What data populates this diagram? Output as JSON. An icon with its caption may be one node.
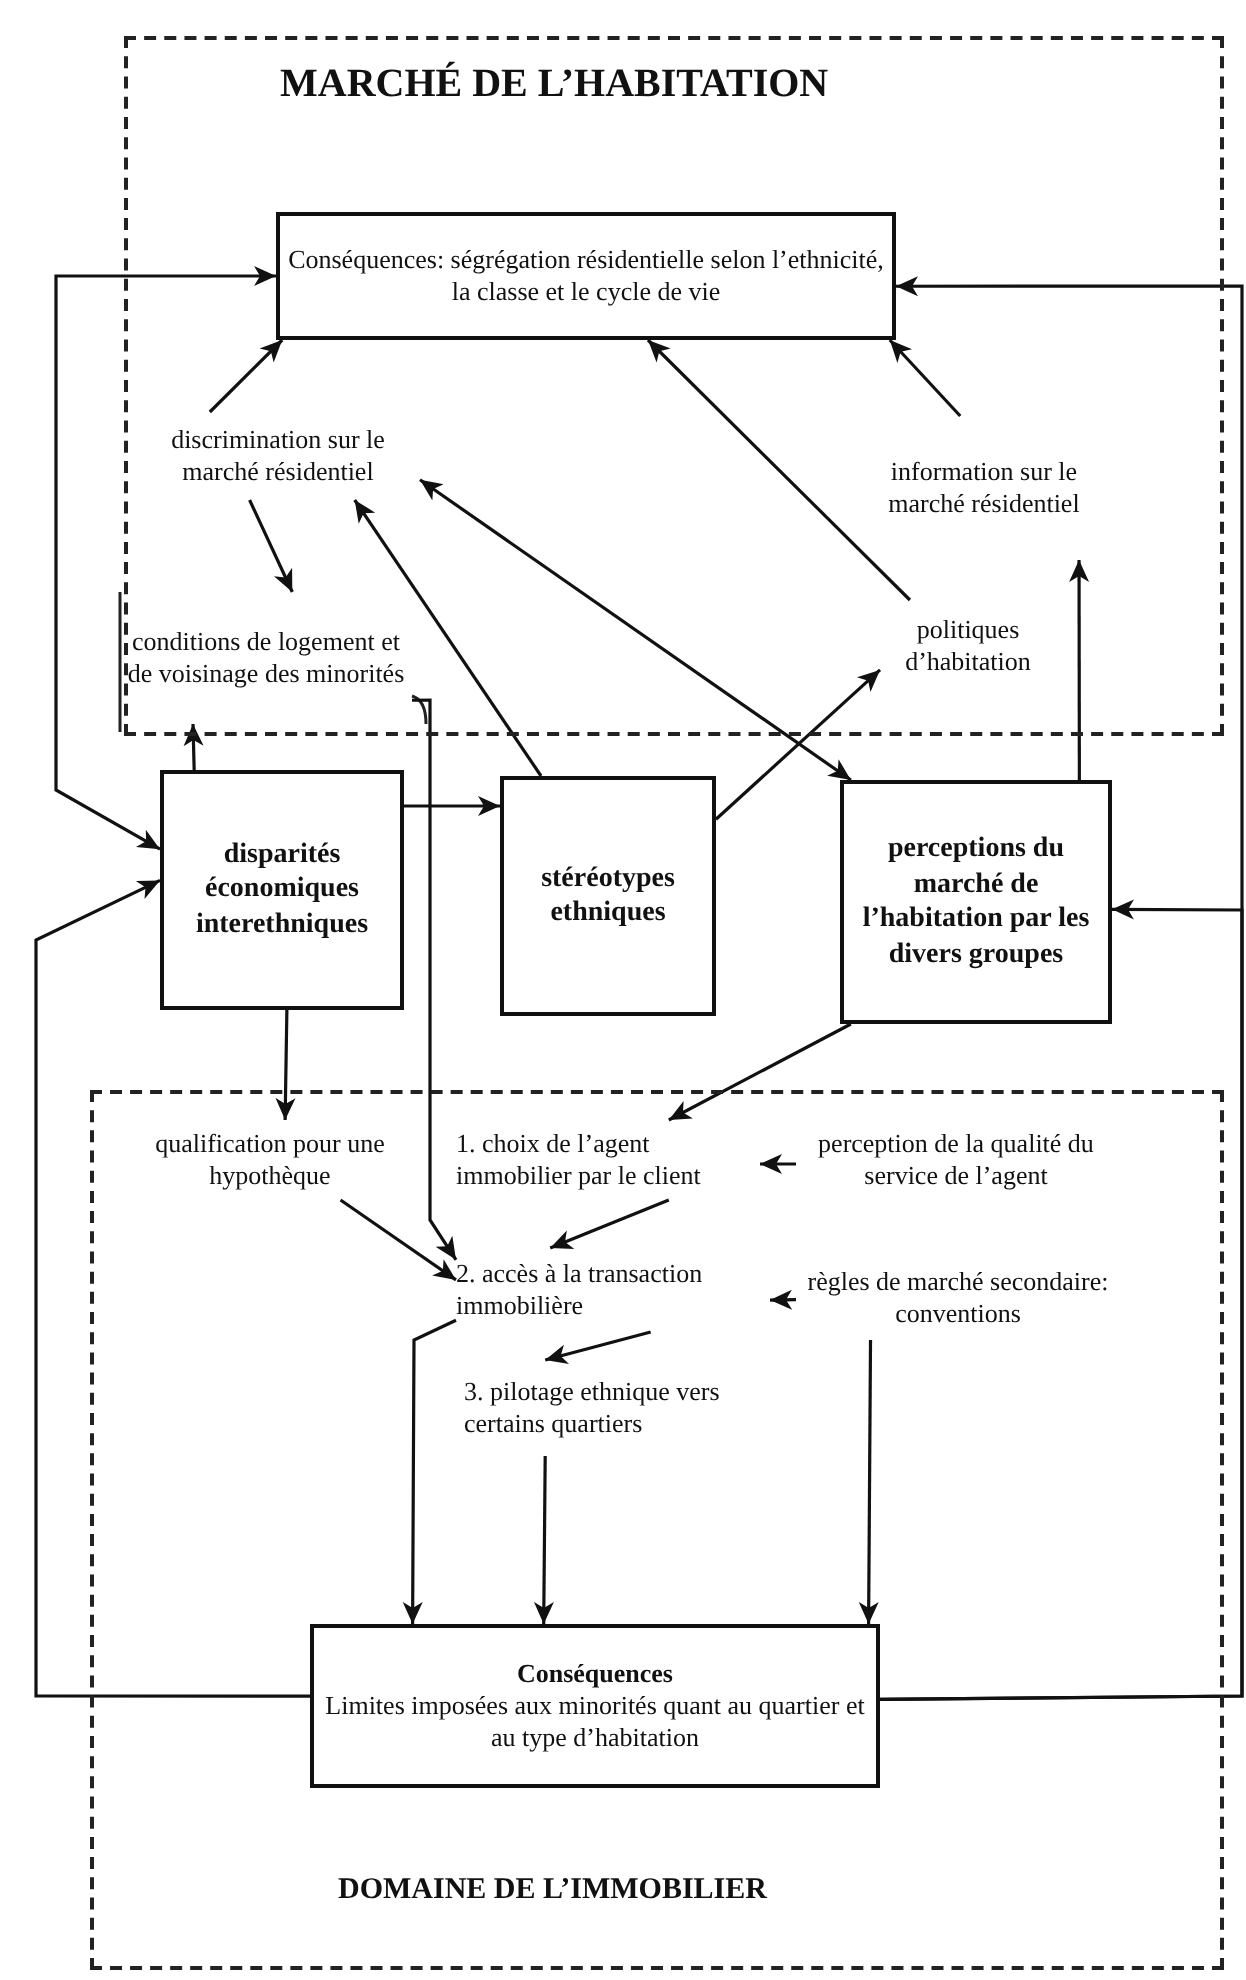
{
  "diagram": {
    "nodes": [
      {
        "text": [
          "MARCHÉ DE L’HABITATION"
        ]
      },
      {
        "text": [
          "Conséquences: ségrégation résidentielle selon l’ethnicité, la classe et le cycle de vie"
        ],
        "in": 0
      },
      {
        "text": [
          "discrimination sur le marché résidentiel"
        ],
        "in": 0
      },
      {
        "text": [
          "information sur le marché résidentiel"
        ],
        "in": 0
      },
      {
        "text": [
          "conditions de logement et de voisinage des minorités"
        ],
        "in": 0
      },
      {
        "text": [
          "politiques d’habitation"
        ],
        "in": 0
      },
      {
        "text": [
          "disparités économiques interethniques"
        ]
      },
      {
        "text": [
          "stéréotypes ethniques"
        ]
      },
      {
        "text": [
          "perceptions du marché de l’habitation par les divers groupes"
        ]
      },
      {
        "text": [
          "DOMAINE DE L’IMMOBILIER"
        ]
      },
      {
        "text": [
          "qualification pour une hypothèque"
        ],
        "in": 9
      },
      {
        "text": [
          "1. choix de l’agent immobilier par le client"
        ],
        "in": 9
      },
      {
        "text": [
          "perception de la qualité du service de l’agent"
        ],
        "in": 9
      },
      {
        "text": [
          "2. accès à la transaction immobilière"
        ],
        "in": 9
      },
      {
        "text": [
          "règles de marché secondaire: conventions"
        ],
        "in": 9
      },
      {
        "text": [
          "3. pilotage ethnique vers certains quartiers"
        ],
        "in": 9
      },
      {
        "text": [
          "Conséquences",
          "Limites imposées aux minorités quant au quartier et au type d’habitation"
        ],
        "in": 9
      }
    ],
    "edges": [
      {
        "from": 2,
        "to": 1,
        "arrow": "to"
      },
      {
        "from": 5,
        "to": 1,
        "arrow": "to"
      },
      {
        "from": 3,
        "to": 1,
        "arrow": "to"
      },
      {
        "from": 2,
        "to": 4,
        "arrow": "to"
      },
      {
        "from": 6,
        "to": 4,
        "arrow": "to"
      },
      {
        "from": 7,
        "to": 2,
        "arrow": "to"
      },
      {
        "from": 8,
        "to": 2,
        "arrow": "both"
      },
      {
        "from": 7,
        "to": 5,
        "arrow": "to"
      },
      {
        "from": 4,
        "to": 13,
        "arrow": "to"
      },
      {
        "from": 6,
        "to": 7,
        "arrow": "to"
      },
      {
        "from": 8,
        "to": 3,
        "arrow": "to"
      },
      {
        "from": 6,
        "to": 10,
        "arrow": "to"
      },
      {
        "from": 8,
        "to": 11,
        "arrow": "to"
      },
      {
        "from": 12,
        "to": 11,
        "arrow": "to"
      },
      {
        "from": 11,
        "to": 13,
        "arrow": "to"
      },
      {
        "from": 10,
        "to": 13,
        "arrow": "to"
      },
      {
        "from": 14,
        "to": 13,
        "arrow": "to"
      },
      {
        "from": 13,
        "to": 15,
        "arrow": "to"
      },
      {
        "from": 13,
        "to": 16,
        "arrow": "to"
      },
      {
        "from": 15,
        "to": 16,
        "arrow": "to"
      },
      {
        "from": 14,
        "to": 16,
        "arrow": "to"
      },
      {
        "from": 16,
        "to": 6,
        "arrow": "to"
      },
      {
        "from": 16,
        "to": 8,
        "arrow": "to"
      },
      {
        "from": 16,
        "to": 1,
        "arrow": "to"
      },
      {
        "from": 1,
        "to": 6,
        "arrow": "both"
      }
    ]
  }
}
